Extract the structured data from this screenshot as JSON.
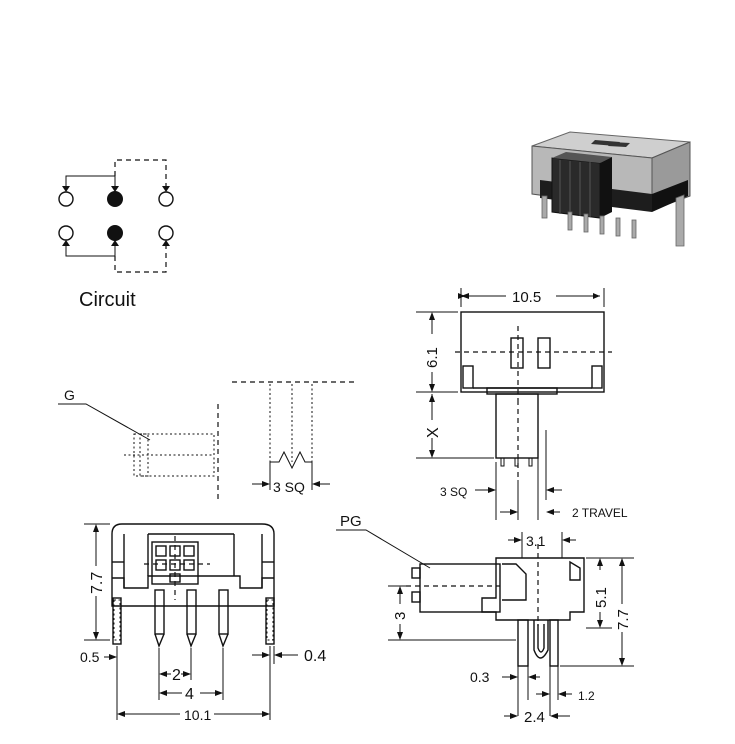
{
  "circuit": {
    "label": "Circuit"
  },
  "labels": {
    "g": "G",
    "pg": "PG",
    "sq_mid": "3 SQ",
    "sq_right": "3 SQ",
    "travel": "2 TRAVEL",
    "x": "X"
  },
  "dimensions": {
    "top_width": "10.5",
    "top_height": "6.1",
    "front_height": "7.7",
    "pin_width": "0.5",
    "pin_pitch": "2",
    "pin_span": "4",
    "body_width": "10.1",
    "pin_thick": "0.4",
    "side_top": "3.1",
    "side_height_a": "5.1",
    "side_height_b": "7.7",
    "side_left": "3",
    "side_pin": "0.3",
    "side_gap": "1.2",
    "side_span": "2.4"
  },
  "colors": {
    "line": "#111111",
    "body_dark": "#1a1a1a",
    "body_mid": "#7a7a7a",
    "body_light": "#d9d9d9"
  }
}
